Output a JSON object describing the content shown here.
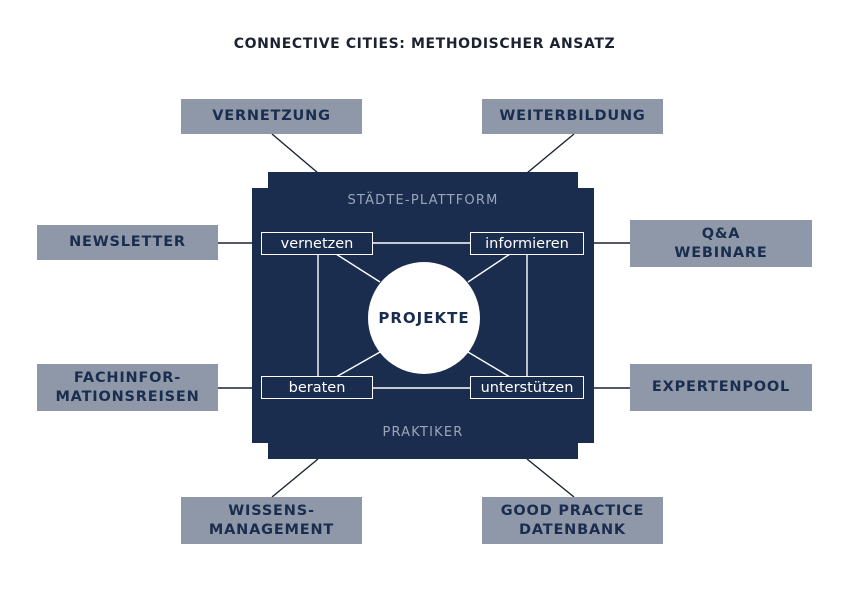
{
  "title": "CONNECTIVE CITIES: METHODISCHER ANSATZ",
  "colors": {
    "navy": "#1b2d4f",
    "grey_box": "#8e98a8",
    "label_light": "#9aa6ba",
    "white": "#ffffff"
  },
  "platform": {
    "top_label": "STÄDTE-PLATTFORM",
    "bottom_label": "PRAKTIKER",
    "center": "PROJEKTE",
    "inner": {
      "vernetzen": "vernetzen",
      "informieren": "informieren",
      "beraten": "beraten",
      "unterstuetzen": "unterstützen"
    }
  },
  "outer_items": {
    "vernetzung": "VERNETZUNG",
    "weiterbildung": "WEITERBILDUNG",
    "newsletter": "NEWSLETTER",
    "qa_webinare": "Q&A\nWEBINARE",
    "fachinformationsreisen": "FACHINFOR-\nMATIONSREISEN",
    "expertenpool": "EXPERTENPOOL",
    "wissensmanagement": "WISSENS-\nMANAGEMENT",
    "good_practice": "GOOD PRACTICE\nDATENBANK"
  }
}
